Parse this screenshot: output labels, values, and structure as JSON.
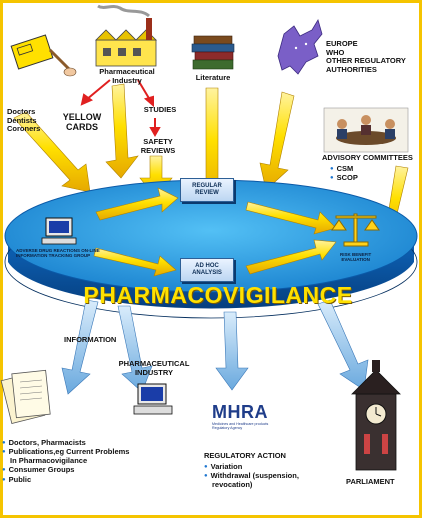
{
  "title": "PHARMACOVIGILANCE",
  "sources": {
    "doctors": [
      "Doctors",
      "Dentists",
      "Coroners"
    ],
    "yellow_cards": [
      "YELLOW",
      "CARDS"
    ],
    "industry": [
      "Pharmaceutical",
      "Industry"
    ],
    "studies": "STUDIES",
    "safety_reviews": [
      "SAFETY",
      "REVIEWS"
    ],
    "literature": "Literature",
    "europe": [
      "EUROPE",
      "WHO",
      "OTHER REGULATORY",
      "AUTHORITIES"
    ],
    "advisory": {
      "label": "ADVISORY COMMITTEES",
      "items": [
        "CSM",
        "SCOP"
      ]
    }
  },
  "disc": {
    "regular_review": [
      "REGULAR",
      "REVIEW"
    ],
    "ad_hoc": [
      "AD HOC",
      "ANALYSIS"
    ],
    "adrog": [
      "ADVERSE DRUG REACTIONS ON-LINE",
      "INFORMATION TRACKING GROUP"
    ],
    "risk_benefit": [
      "RISK BENEFIT",
      "EVALUATION"
    ]
  },
  "outputs": {
    "information": "INFORMATION",
    "industry": [
      "PHARMACEUTICAL",
      "INDUSTRY"
    ],
    "audiences": [
      "Doctors, Pharmacists",
      "Publications,eg Current Problems",
      "In Pharmacovigilance",
      "Consumer Groups",
      "Public"
    ],
    "mhra": {
      "logo": "MHRA",
      "subtitle": [
        "Medicines and Healthcare products",
        "Regulatory Agency"
      ]
    },
    "regulatory": {
      "label": "REGULATORY ACTION",
      "items": [
        "Variation",
        "Withdrawal (suspension,",
        "revocation)"
      ]
    },
    "parliament": "PARLIAMENT"
  },
  "colors": {
    "frame": "#f5c400",
    "disc_top": "#2d9be0",
    "disc_side": "#0a57a8",
    "arrow_yellow": "#ffe000",
    "arrow_blue": "#8fc3ee",
    "arrow_red": "#e02020",
    "title": "#ffe000"
  }
}
